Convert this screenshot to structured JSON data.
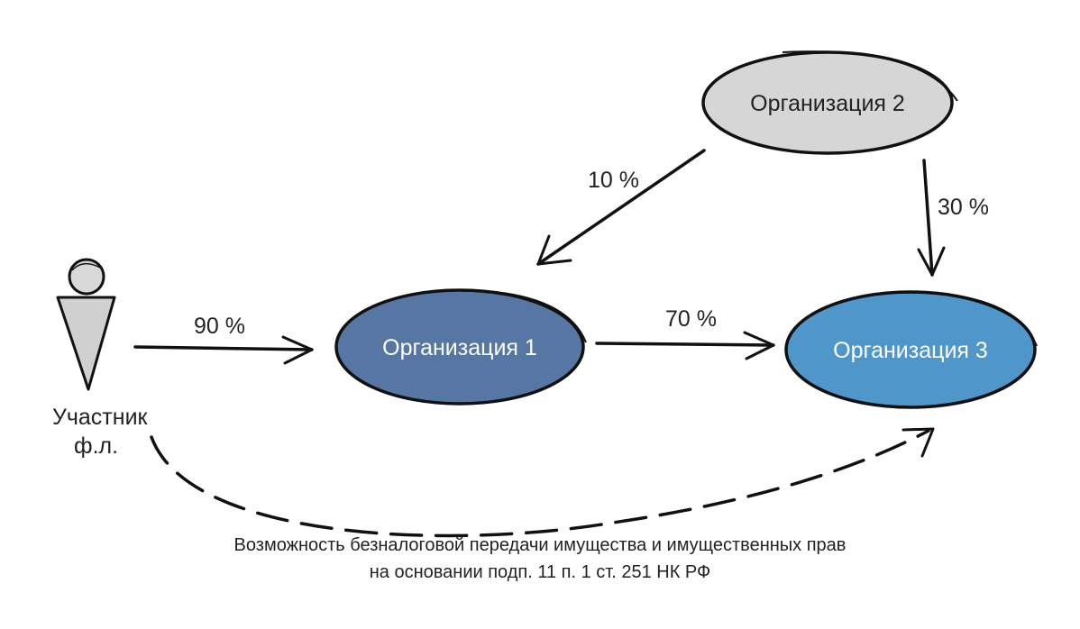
{
  "participant": {
    "label_line1": "Участник",
    "label_line2": "ф.л."
  },
  "nodes": {
    "org1": {
      "label": "Организация 1",
      "fill": "#5677a4",
      "text_color": "#ffffff"
    },
    "org2": {
      "label": "Организация 2",
      "fill": "#d6d6d6",
      "text_color": "#222222"
    },
    "org3": {
      "label": "Организация 3",
      "fill": "#4f96cb",
      "text_color": "#ffffff"
    }
  },
  "edges": {
    "participant_to_org1": "90 %",
    "org1_to_org3": "70 %",
    "org2_to_org1": "10 %",
    "org2_to_org3": "30 %"
  },
  "caption": {
    "line1": "Возможность безналоговой передачи имущества и имущественных прав",
    "line2": "на основании подп. 11 п. 1 ст. 251 НК РФ"
  }
}
